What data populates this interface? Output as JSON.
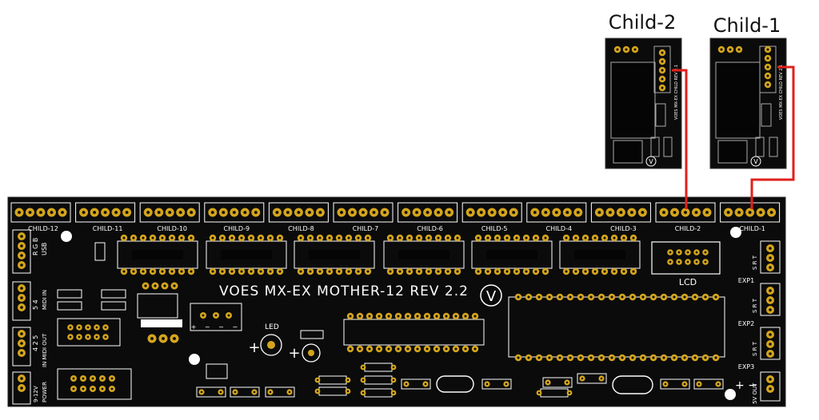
{
  "labels": {
    "child2_title": "Child-2",
    "child1_title": "Child-1",
    "board_title": "VOES MX-EX MOTHER-12 REV 2.2",
    "logo_glyph": "V",
    "lcd": "LCD",
    "led": "LED",
    "plus": "+",
    "child_board_text": "VOES MX-EX CHILD REV 2.1",
    "usb": "USB",
    "rgb": "R G B",
    "midi_in": "MIDI IN",
    "midi_in_pins": "5 4",
    "midi_out": "IN MIDI OUT",
    "midi_out_pins": "4 2 5",
    "power": "POWER",
    "power_volt": "9-12V",
    "exp1": "EXP1",
    "exp2": "EXP2",
    "exp3": "EXP3",
    "srt": "S R T",
    "out5v": "5V OUT",
    "plusminus": "+ −",
    "polarity": "+ ~ ~ −"
  },
  "child_headers": [
    "CHILD-12",
    "CHILD-11",
    "CHILD-10",
    "CHILD-9",
    "CHILD-8",
    "CHILD-7",
    "CHILD-6",
    "CHILD-5",
    "CHILD-4",
    "CHILD-3",
    "CHILD-2",
    "CHILD-1"
  ],
  "colors": {
    "board": "#0b0b0b",
    "pad": "#d4a51c",
    "silk": "#ffffff",
    "wire": "#e0201c",
    "trace": "#1c1c1c"
  }
}
